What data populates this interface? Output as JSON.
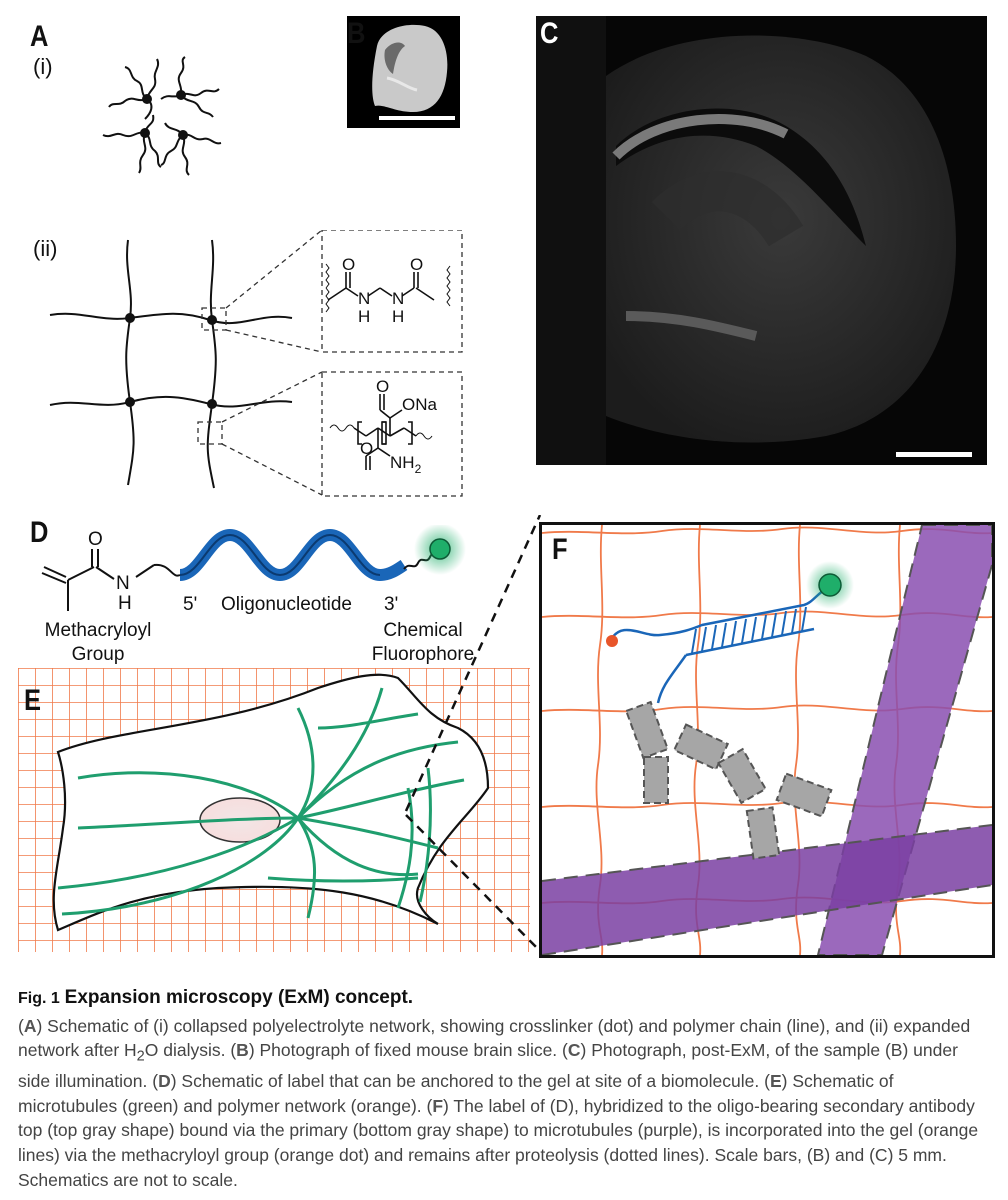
{
  "panels": {
    "A": "A",
    "A_i": "(i)",
    "A_ii": "(ii)",
    "B": "B",
    "C": "C",
    "D": "D",
    "E": "E",
    "F": "F"
  },
  "chem_top": {
    "O": "O",
    "H1": "H",
    "N1": "N",
    "H2": "H",
    "N2": "N",
    "O2": "O"
  },
  "chem_bottom": {
    "ONa": "ONa",
    "NH2": "NH",
    "sub2": "2"
  },
  "panel_d": {
    "o": "O",
    "n": "N",
    "h": "H",
    "five_prime": "5'",
    "oligo": "Oligonucleotide",
    "three_prime": "3'",
    "methacryloyl": "Methacryloyl",
    "group": "Group",
    "chemical": "Chemical",
    "fluorophore": "Fluorophore"
  },
  "caption": {
    "fig_no": "Fig. 1",
    "title": "Expansion microscopy (ExM) concept.",
    "a": "A",
    "a_text1": ") Schematic of (i) collapsed polyelectrolyte network, showing crosslinker (dot) and polymer chain (line), and (ii) expanded network after H",
    "a_sub": "2",
    "a_text2": "O dialysis. (",
    "b": "B",
    "b_text": ") Photograph of fixed mouse brain slice. (",
    "c": "C",
    "c_text": ") Photograph, post-ExM, of the sample (B) under side illumination. (",
    "d": "D",
    "d_text": ") Schematic of label that can be anchored to the gel at site of a biomolecule. (",
    "e": "E",
    "e_text": ") Schematic of microtubules (green) and polymer network (orange). (",
    "f": "F",
    "f_text": ") The label of (D), hybridized to the oligo-bearing secondary antibody top (top gray shape) bound via the primary (bottom gray shape) to microtubules (purple), is incorporated into the gel (orange lines) via the methacryloyl group (orange dot) and remains after proteolysis (dotted lines). Scale bars, (B) and (C) 5 mm. Schematics are not to scale."
  },
  "colors": {
    "grid_orange": "#f07a4a",
    "microtubule_green": "#1f9e6e",
    "dna_blue": "#1a66b8",
    "purple": "#8a4fb0",
    "gray_protein": "#a6a6a6",
    "fluor_green": "#1fae6a"
  }
}
